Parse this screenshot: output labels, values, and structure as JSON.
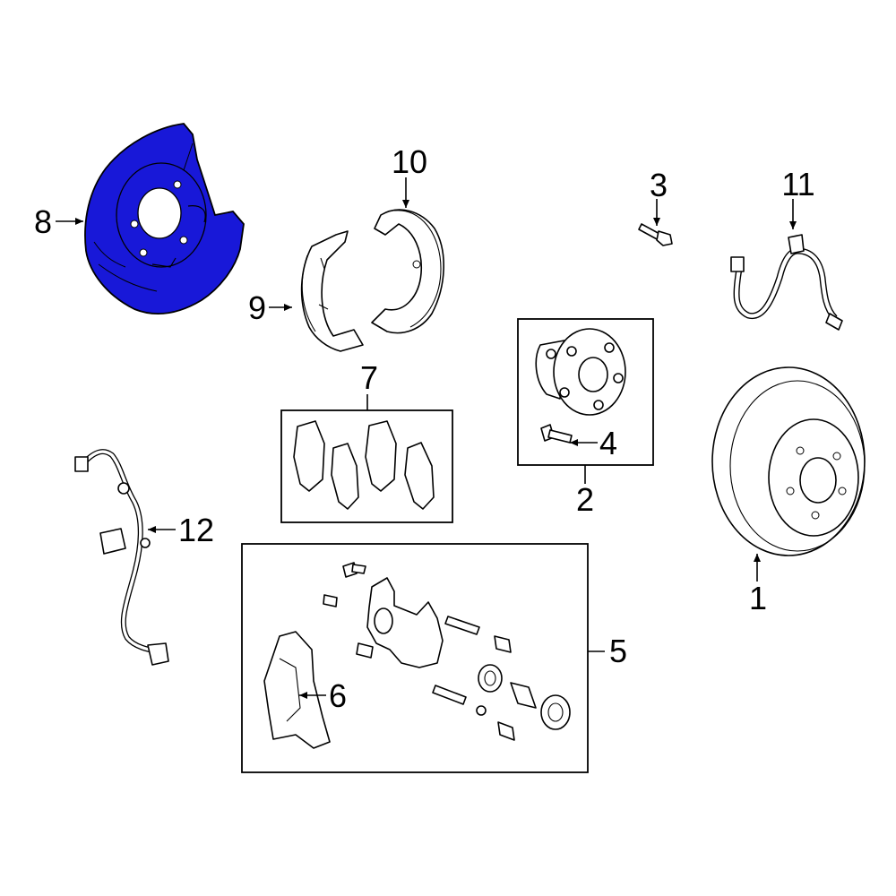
{
  "colors": {
    "highlight": "#1818d8",
    "stroke": "#000000",
    "background": "#ffffff"
  },
  "callouts": {
    "c1": "1",
    "c2": "2",
    "c3": "3",
    "c4": "4",
    "c5": "5",
    "c6": "6",
    "c7": "7",
    "c8": "8",
    "c9": "9",
    "c10": "10",
    "c11": "11",
    "c12": "12"
  },
  "parts": {
    "rotor": "brake-rotor",
    "hub": "hub-assembly",
    "hub_bolt": "hub-bolt",
    "bolt": "mounting-bolt",
    "caliper": "caliper-assembly",
    "bracket": "caliper-bracket",
    "pads": "brake-pads",
    "shield": "splash-shield",
    "shoe_left": "parking-brake-shoe",
    "shoe_right": "parking-brake-shoe",
    "hose": "brake-hose",
    "sensor": "abs-sensor",
    "highlighted_part": "shield"
  }
}
